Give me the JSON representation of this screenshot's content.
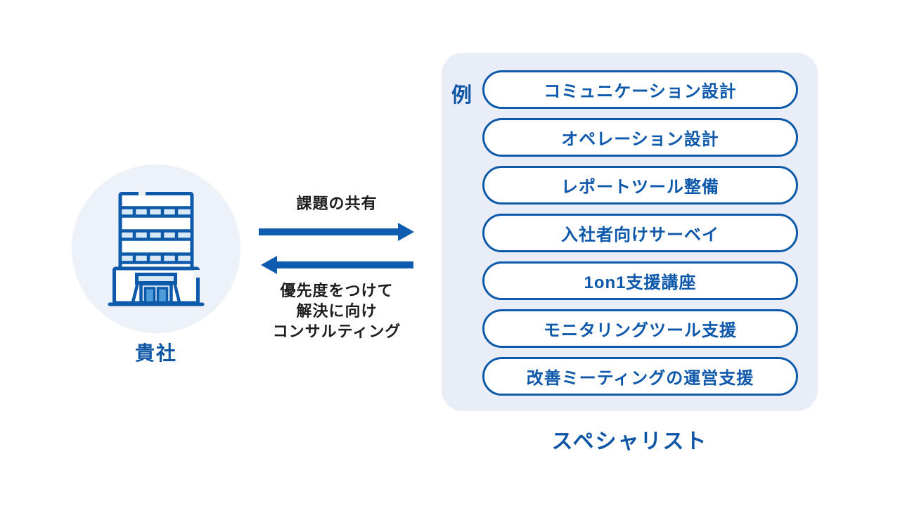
{
  "colors": {
    "primary_blue": "#0d5aab",
    "arrow_blue": "#0d5cb0",
    "label_blue": "#0e55a6",
    "panel_bg": "#e9edf8",
    "circle_bg": "#edf1f8",
    "window_fill": "#d6e8f7",
    "door_fill": "#4d9cd9",
    "text_black": "#1d1d1d"
  },
  "company": {
    "label": "貴社"
  },
  "flow": {
    "forward_label": "課題の共有",
    "back_label_lines": [
      "優先度をつけて",
      "解決に向け",
      "コンサルティング"
    ]
  },
  "examples": {
    "heading": "例",
    "items": [
      "コミュニケーション設計",
      "オペレーション設計",
      "レポートツール整備",
      "入社者向けサーベイ",
      "1on1支援講座",
      "モニタリングツール支援",
      "改善ミーティングの運営支援"
    ]
  },
  "specialist": {
    "label": "スペシャリスト"
  }
}
